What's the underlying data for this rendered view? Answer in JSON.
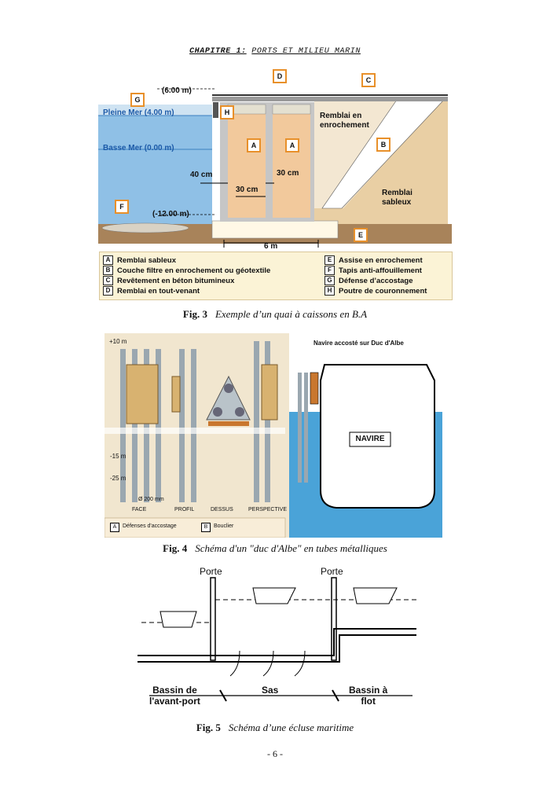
{
  "header": {
    "chapter": "CHAPITRE 1:",
    "subject": "PORTS ET MILIEU MARIN"
  },
  "fig3": {
    "caption_num": "Fig. 3",
    "caption_text": "Exemple d’un quai à caissons en B.A",
    "levels": {
      "top": "(6.00 m)",
      "pleine_mer": "Pleine Mer (4.00 m)",
      "basse_mer": "Basse Mer (0.00 m)",
      "bottom": "(-12.00 m)"
    },
    "dims": {
      "wall_outer": "40 cm",
      "wall_inner": "30 cm",
      "wall_mid": "30 cm",
      "width": "6 m"
    },
    "zone_labels": {
      "enrochement": "Remblai en enrochement",
      "sableux": "Remblai sableux"
    },
    "markers": [
      "A",
      "B",
      "C",
      "D",
      "E",
      "F",
      "G",
      "H"
    ],
    "legend_left": [
      {
        "key": "A",
        "text": "Remblai sableux"
      },
      {
        "key": "B",
        "text": "Couche filtre en enrochement ou géotextile"
      },
      {
        "key": "C",
        "text": "Revêtement en béton bitumineux"
      },
      {
        "key": "D",
        "text": "Remblai en tout-venant"
      }
    ],
    "legend_right": [
      {
        "key": "E",
        "text": "Assise en enrochement"
      },
      {
        "key": "F",
        "text": "Tapis anti-affouillement"
      },
      {
        "key": "G",
        "text": "Défense d’accostage"
      },
      {
        "key": "H",
        "text": "Poutre de couronnement"
      }
    ],
    "colors": {
      "water": "#8fc0e6",
      "water_light": "#cfe3f2",
      "soil": "#e9cfa4",
      "caisson": "#f2c99c",
      "concrete": "#c6c6c6",
      "seabed": "#a8835a",
      "legend_bg": "#fbf3d6",
      "marker": "#e8902a"
    }
  },
  "fig4": {
    "caption_num": "Fig. 4",
    "caption_text": "Schéma  d'un \"duc d'Albe\" en tubes métalliques",
    "elev_top": "+10 m",
    "elev_mid": "-15 m",
    "elev_low": "-25 m",
    "diameter": "Ø 200 mm",
    "views": [
      "FACE",
      "PROFIL",
      "DESSUS",
      "PERSPECTIVE"
    ],
    "legend": [
      {
        "key": "A",
        "text": "Défenses d'accostage"
      },
      {
        "key": "B",
        "text": "Bouclier"
      }
    ],
    "ship_title": "Navire accosté sur Duc d'Albe",
    "ship_label": "NAVIRE",
    "colors": {
      "panel": "#f1e6cf",
      "pile": "#9aa7b0",
      "sea": "#4aa3d8",
      "ship": "#ffffff",
      "shield": "#d8b270"
    }
  },
  "fig5": {
    "caption_num": "Fig. 5",
    "caption_text": "Schéma d’une écluse maritime",
    "gate_left": "Porte",
    "gate_right": "Porte",
    "basin_left_1": "Bassin de",
    "basin_left_2": "l'avant-port",
    "sas": "Sas",
    "basin_right_1": "Bassin à",
    "basin_right_2": "flot"
  },
  "page_number": "- 6 -"
}
